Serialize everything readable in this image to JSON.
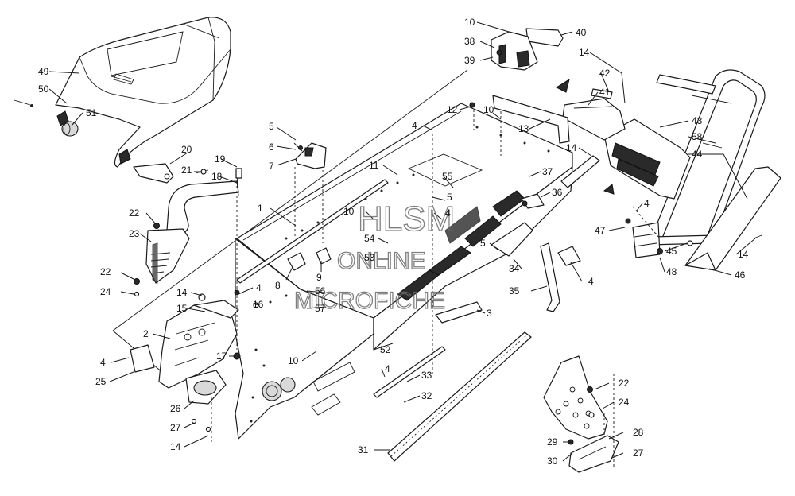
{
  "watermark": {
    "line1": "HLSM",
    "line2": "ONLINE",
    "line3": "MICROFICHE"
  },
  "callouts": [
    {
      "id": "c49",
      "text": "49"
    },
    {
      "id": "c50",
      "text": "50"
    },
    {
      "id": "c51",
      "text": "51"
    },
    {
      "id": "c20",
      "text": "20"
    },
    {
      "id": "c21",
      "text": "21"
    },
    {
      "id": "c19",
      "text": "19"
    },
    {
      "id": "c18",
      "text": "18"
    },
    {
      "id": "c22a",
      "text": "22"
    },
    {
      "id": "c23",
      "text": "23"
    },
    {
      "id": "c22b",
      "text": "22"
    },
    {
      "id": "c24a",
      "text": "24"
    },
    {
      "id": "c5a",
      "text": "5"
    },
    {
      "id": "c6",
      "text": "6"
    },
    {
      "id": "c7",
      "text": "7"
    },
    {
      "id": "c1",
      "text": "1"
    },
    {
      "id": "c11",
      "text": "11"
    },
    {
      "id": "c8",
      "text": "8"
    },
    {
      "id": "c9",
      "text": "9"
    },
    {
      "id": "c14a",
      "text": "14"
    },
    {
      "id": "c4a",
      "text": "4"
    },
    {
      "id": "c15",
      "text": "15"
    },
    {
      "id": "c16",
      "text": "16"
    },
    {
      "id": "c2",
      "text": "2"
    },
    {
      "id": "c4b",
      "text": "4"
    },
    {
      "id": "c25",
      "text": "25"
    },
    {
      "id": "c17",
      "text": "17"
    },
    {
      "id": "c26",
      "text": "26"
    },
    {
      "id": "c27a",
      "text": "27"
    },
    {
      "id": "c14b",
      "text": "14"
    },
    {
      "id": "c10a",
      "text": "10"
    },
    {
      "id": "c38",
      "text": "38"
    },
    {
      "id": "c39",
      "text": "39"
    },
    {
      "id": "c40",
      "text": "40"
    },
    {
      "id": "c12",
      "text": "12"
    },
    {
      "id": "c10b",
      "text": "10"
    },
    {
      "id": "c13",
      "text": "13"
    },
    {
      "id": "c4c",
      "text": "4"
    },
    {
      "id": "c14c",
      "text": "14"
    },
    {
      "id": "c42",
      "text": "42"
    },
    {
      "id": "c41",
      "text": "41"
    },
    {
      "id": "c14d",
      "text": "14"
    },
    {
      "id": "c43",
      "text": "43"
    },
    {
      "id": "c58",
      "text": "58"
    },
    {
      "id": "c44",
      "text": "44"
    },
    {
      "id": "c37",
      "text": "37"
    },
    {
      "id": "c55",
      "text": "55"
    },
    {
      "id": "c5b",
      "text": "5"
    },
    {
      "id": "c36",
      "text": "36"
    },
    {
      "id": "c10c",
      "text": "10"
    },
    {
      "id": "c4d",
      "text": "4"
    },
    {
      "id": "c54",
      "text": "54"
    },
    {
      "id": "c53",
      "text": "53"
    },
    {
      "id": "c5c",
      "text": "5"
    },
    {
      "id": "c34",
      "text": "34"
    },
    {
      "id": "c4e",
      "text": "4"
    },
    {
      "id": "c35",
      "text": "35"
    },
    {
      "id": "c56",
      "text": "56"
    },
    {
      "id": "c57",
      "text": "57"
    },
    {
      "id": "c3",
      "text": "3"
    },
    {
      "id": "c47",
      "text": "47"
    },
    {
      "id": "c4f",
      "text": "4"
    },
    {
      "id": "c45",
      "text": "45"
    },
    {
      "id": "c48",
      "text": "48"
    },
    {
      "id": "c14e",
      "text": "14"
    },
    {
      "id": "c46",
      "text": "46"
    },
    {
      "id": "c10d",
      "text": "10"
    },
    {
      "id": "c52",
      "text": "52"
    },
    {
      "id": "c4g",
      "text": "4"
    },
    {
      "id": "c33",
      "text": "33"
    },
    {
      "id": "c32",
      "text": "32"
    },
    {
      "id": "c31",
      "text": "31"
    },
    {
      "id": "c22c",
      "text": "22"
    },
    {
      "id": "c24b",
      "text": "24"
    },
    {
      "id": "c28",
      "text": "28"
    },
    {
      "id": "c29",
      "text": "29"
    },
    {
      "id": "c30",
      "text": "30"
    },
    {
      "id": "c27b",
      "text": "27"
    }
  ]
}
